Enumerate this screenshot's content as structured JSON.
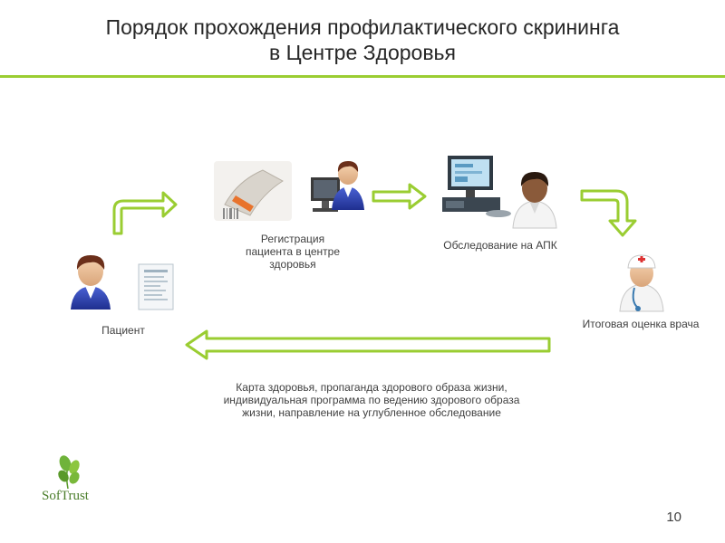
{
  "header": {
    "title_line1": "Порядок прохождения профилактического скрининга",
    "title_line2": "в Центре Здоровья"
  },
  "steps": {
    "patient": "Пациент",
    "registration_line1": "Регистрация",
    "registration_line2": "пациента в центре",
    "registration_line3": "здоровья",
    "exam": "Обследование на АПК",
    "doctor": "Итоговая оценка врача"
  },
  "result": {
    "line1": "Карта здоровья, пропаганда здорового образа жизни,",
    "line2": "индивидуальная программа по ведению здорового образа",
    "line3": "жизни, направление на углубленное обследование"
  },
  "logo": {
    "text": "SofTrust"
  },
  "footer": {
    "page_number": "10"
  },
  "colors": {
    "accent": "#9ACD32",
    "person_blue": "#2b3fa8",
    "text": "#404040"
  },
  "icons": [
    "person-icon",
    "document-icon",
    "barcode-scanner-icon",
    "computer-user-icon",
    "medical-workstation-icon",
    "doctor-icon",
    "leaf-logo-icon"
  ]
}
